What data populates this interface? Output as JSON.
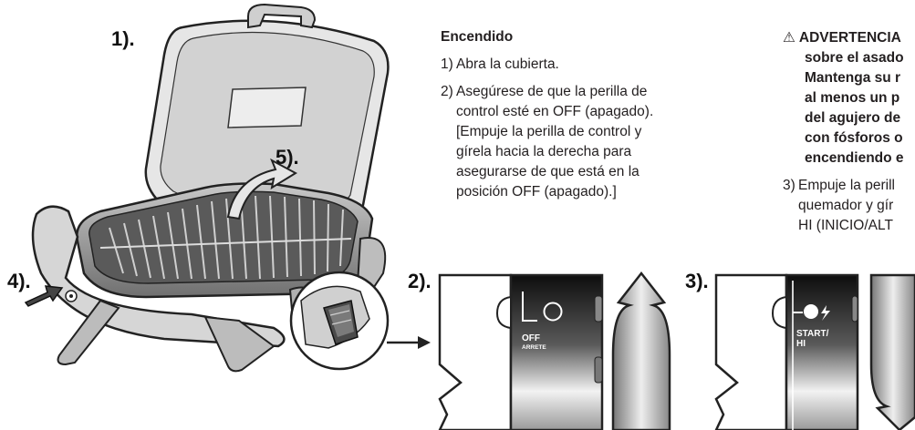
{
  "callouts": {
    "one": "1).",
    "two": "2).",
    "three": "3).",
    "four": "4).",
    "five": "5)."
  },
  "ignition": {
    "heading": "Encendido",
    "steps": [
      {
        "num": "1)",
        "text": "Abra la cubierta."
      },
      {
        "num": "2)",
        "text": "Asegúrese de que la perilla de control esté en OFF (apagado). [Empuje la perilla de control y gírela hacia la derecha para asegurarse de que está en la posición OFF (apagado).]"
      }
    ],
    "step2_lines": [
      "Asegúrese de que la perilla de",
      "control esté en OFF (apagado).",
      "[Empuje la perilla de control y",
      "gírela hacia la derecha para",
      "asegurarse de que está en la",
      "posición OFF (apagado).]"
    ]
  },
  "warning": {
    "symbol": "⚠",
    "lines": [
      "ADVERTENCIA",
      "sobre el asado",
      "Mantenga su r",
      "al menos un p",
      "del agujero de",
      "con fósforos o",
      "encendiendo e"
    ],
    "step3": {
      "num": "3)",
      "lines": [
        "Empuje la perill",
        "quemador y gír",
        "HI (INICIO/ALT"
      ]
    }
  },
  "knob_off": {
    "main": "OFF",
    "sub": "ARRETE"
  },
  "knob_start": {
    "main": "START/",
    "sub": "HI"
  }
}
